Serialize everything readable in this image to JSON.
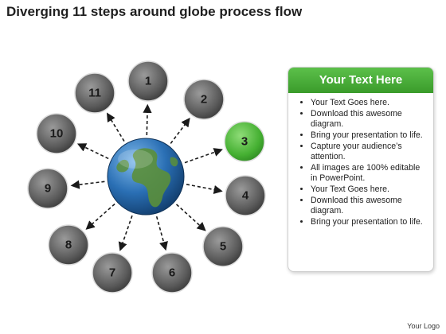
{
  "title": "Diverging 11 steps around globe process flow",
  "steps": [
    "1",
    "2",
    "3",
    "4",
    "5",
    "6",
    "7",
    "8",
    "9",
    "10",
    "11"
  ],
  "highlighted_step": "3",
  "colors": {
    "accent_green": "#4cb33b",
    "header_green": "#3a9b2b",
    "globe_blue": "#1f5f9e",
    "land_green": "#5b8f3a",
    "arrow": "#1a1a1a"
  },
  "panel": {
    "header": "Your Text Here",
    "items": [
      "Your Text Goes here.",
      "Download this awesome diagram.",
      "Bring your presentation to life.",
      "Capture your audience’s attention.",
      "All images are 100% editable in PowerPoint.",
      "Your Text Goes here.",
      "Download this awesome diagram.",
      "Bring your presentation to life."
    ]
  },
  "footer": "Your Logo"
}
